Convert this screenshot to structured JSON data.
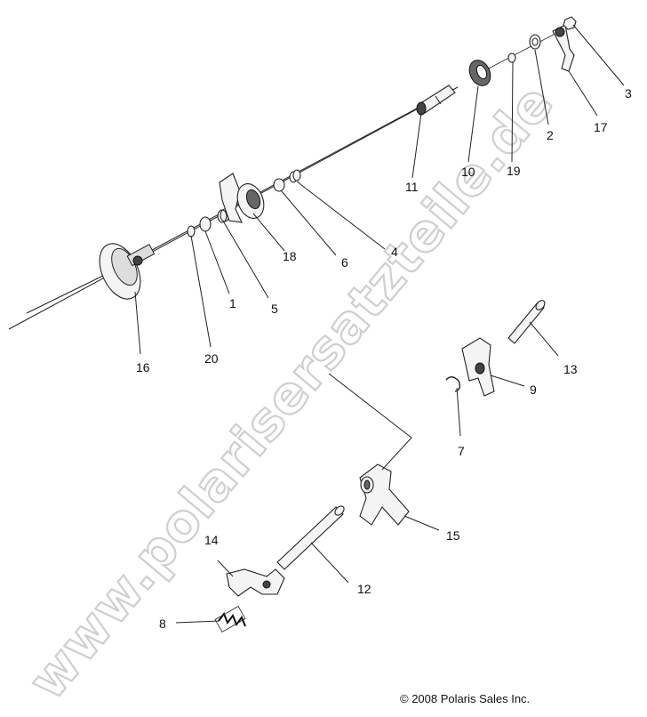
{
  "diagram": {
    "watermark": "www.polarisersatzteile.de",
    "copyright": "© 2008 Polaris Sales Inc.",
    "callouts": {
      "c1": "1",
      "c2": "2",
      "c3": "3",
      "c4": "4",
      "c5": "5",
      "c6": "6",
      "c7": "7",
      "c8": "8",
      "c9": "9",
      "c10": "10",
      "c11": "11",
      "c12": "12",
      "c13": "13",
      "c14": "14",
      "c15": "15",
      "c16": "16",
      "c17": "17",
      "c18": "18",
      "c19": "19",
      "c20": "20"
    }
  }
}
